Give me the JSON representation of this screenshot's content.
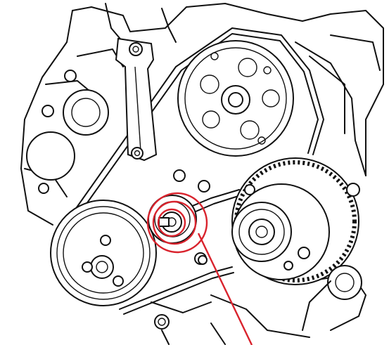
{
  "diagram": {
    "subject": "",
    "line_color": "#111111",
    "highlight_color": "#d9232d",
    "components": [
      {
        "id": "crank-pulley",
        "label": ""
      },
      {
        "id": "upper-pulley",
        "label": ""
      },
      {
        "id": "tensioner-pulley",
        "label": ""
      },
      {
        "id": "alternator",
        "label": ""
      },
      {
        "id": "drive-belt",
        "label": ""
      },
      {
        "id": "tensioner-bracket",
        "label": ""
      }
    ],
    "callout": {
      "target": "tensioner-pulley",
      "label": ""
    }
  }
}
